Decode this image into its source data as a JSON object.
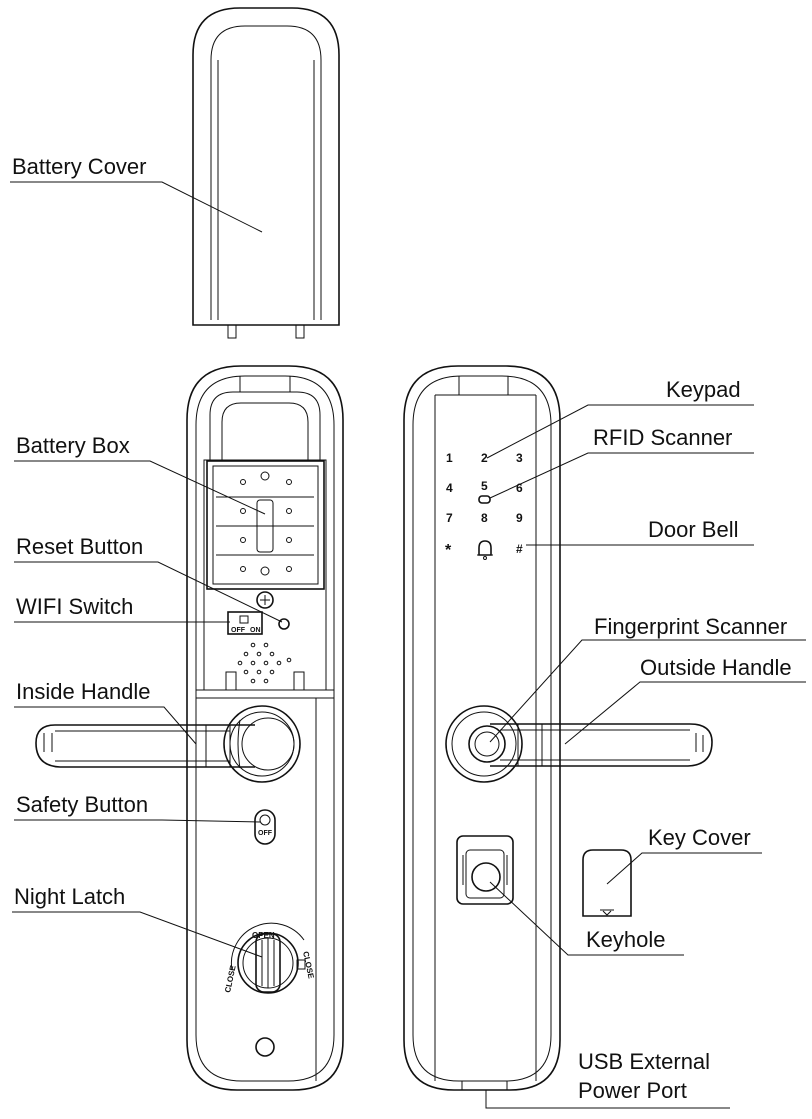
{
  "labels": {
    "battery_cover": "Battery Cover",
    "battery_box": "Battery Box",
    "reset_button": "Reset Button",
    "wifi_switch": "WIFI Switch",
    "inside_handle": "Inside Handle",
    "safety_button": "Safety Button",
    "night_latch": "Night Latch",
    "keypad": "Keypad",
    "rfid_scanner": "RFID Scanner",
    "door_bell": "Door Bell",
    "fingerprint_scanner": "Fingerprint Scanner",
    "outside_handle": "Outside Handle",
    "key_cover": "Key Cover",
    "keyhole": "Keyhole",
    "usb_line1": "USB External",
    "usb_line2": "Power Port"
  },
  "keypad_keys": {
    "k1": "1",
    "k2": "2",
    "k3": "3",
    "k4": "4",
    "k5": "5",
    "k6": "6",
    "k7": "7",
    "k8": "8",
    "k9": "9",
    "star": "*",
    "hash": "#"
  },
  "wifi_switch_text": {
    "off": "OFF",
    "on": "ON"
  },
  "safety_button_text": "OFF",
  "dial_text": {
    "open": "OPEN",
    "close_left": "CLOSE",
    "close_right": "CLOSE"
  }
}
